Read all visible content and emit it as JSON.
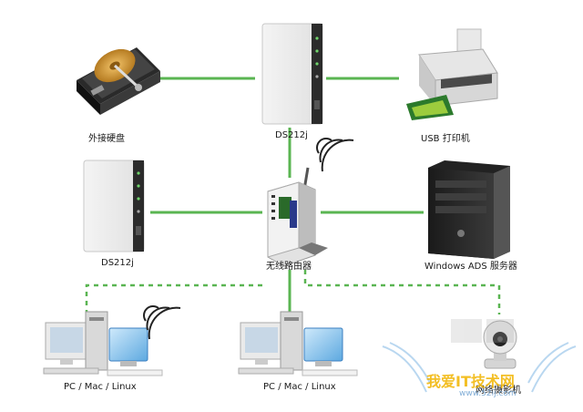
{
  "labels": {
    "external_hdd": "外接硬盘",
    "nas_top": "DS212j",
    "usb_printer": "USB 打印机",
    "nas_left": "DS212j",
    "router": "无线路由器",
    "server": "Windows ADS 服务器",
    "pc_left": "PC / Mac / Linux",
    "pc_right": "PC / Mac / Linux",
    "ip_camera": "网络摄影机"
  },
  "watermark": {
    "line1": "我爱IT技术网",
    "line2": "www.52ij.com"
  },
  "colors": {
    "wired_link": "#5ab552",
    "wireless_link": "#5ab552",
    "wifi_waves": "#222222"
  }
}
